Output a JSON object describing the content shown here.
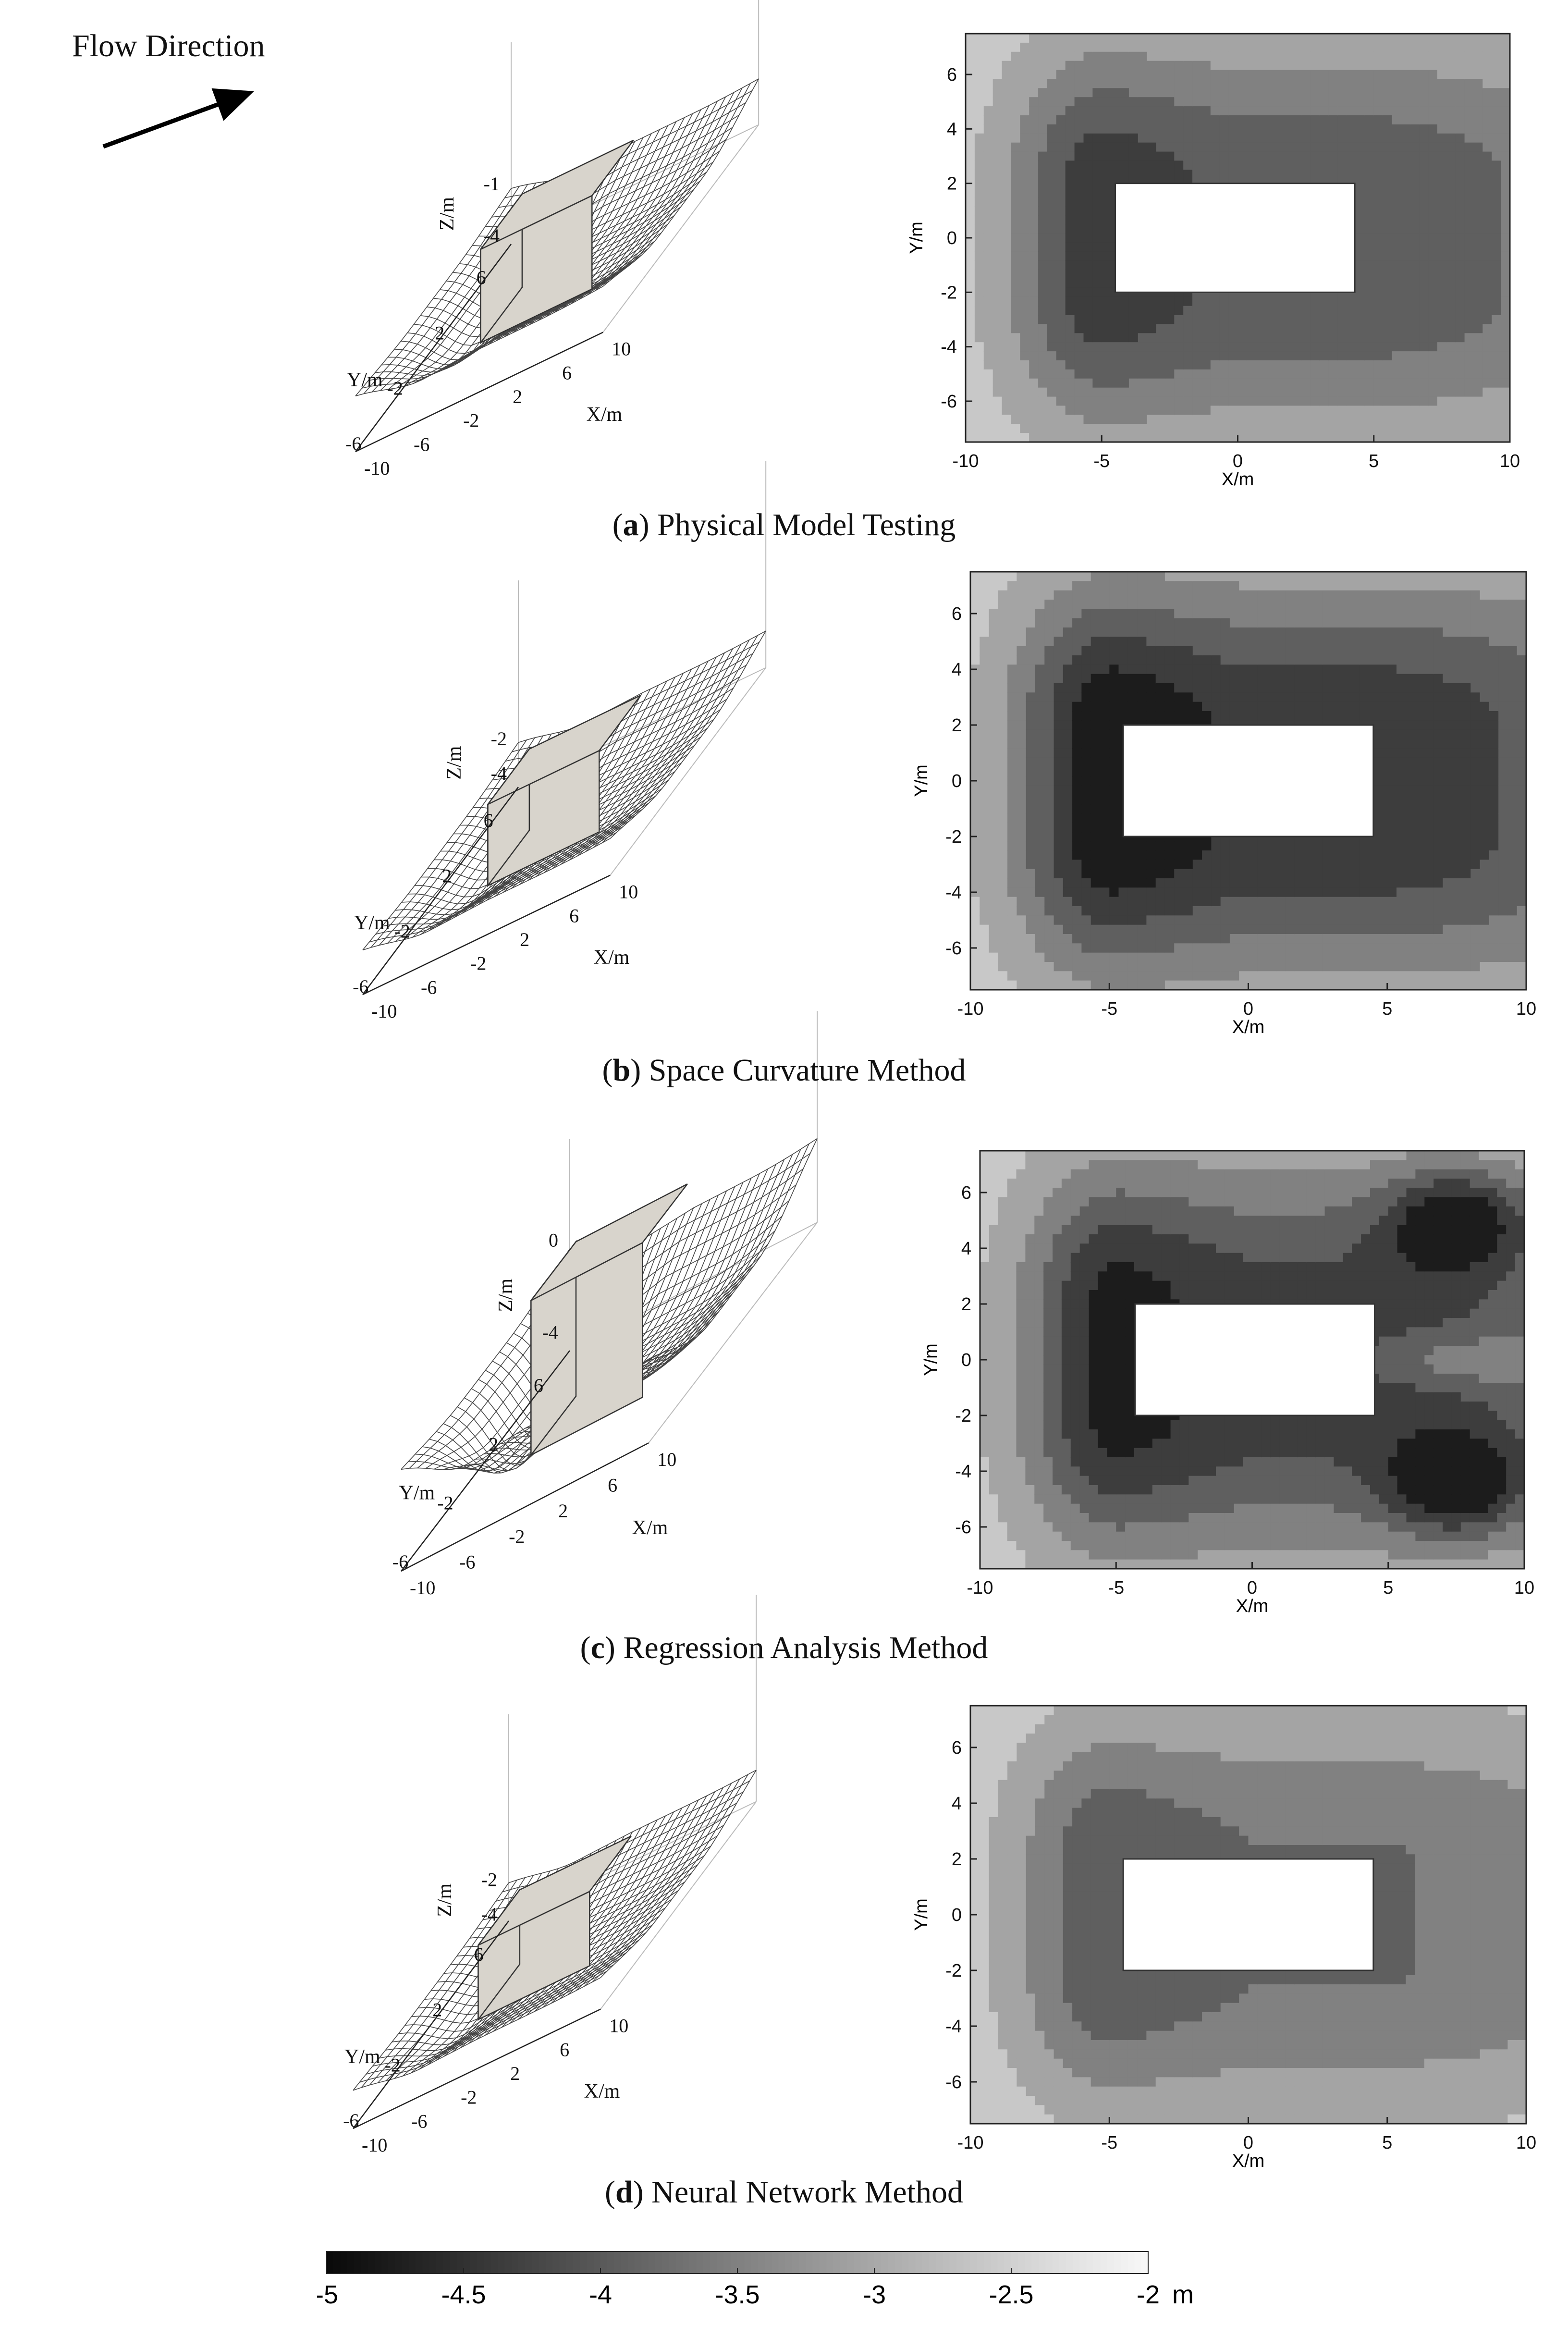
{
  "flow_direction_label": "Flow Direction",
  "colors": {
    "block_fill": "#d8d4cc",
    "block_edge": "#333333",
    "mesh_line": "#444444",
    "axes": "#222222"
  },
  "chart_data": [
    {
      "type": "surface3d",
      "panel_id": "a",
      "caption_letter": "a",
      "caption_text": "Physical Model Testing",
      "xlabel": "X/m",
      "ylabel": "Y/m",
      "zlabel": "Z/m",
      "x_ticks": [
        "-10",
        "-6",
        "-2",
        "2",
        "6",
        "10"
      ],
      "y_ticks": [
        "6",
        "2",
        "-2",
        "-6"
      ],
      "z_ticks": [
        "-1",
        "-4"
      ],
      "xlim": [
        -10,
        10
      ],
      "ylim": [
        -7.5,
        7.5
      ],
      "zmin": -4.5,
      "zmax": -1
    },
    {
      "type": "contour",
      "panel_id": "a",
      "xlabel": "X/m",
      "ylabel": "Y/m",
      "x_ticks": [
        "-10",
        "-5",
        "0",
        "5",
        "10"
      ],
      "y_ticks": [
        "6",
        "4",
        "2",
        "0",
        "-2",
        "-4",
        "-6"
      ],
      "xlim": [
        -10,
        10
      ],
      "ylim": [
        -7.5,
        7.5
      ],
      "pier": [
        -4.5,
        4.3,
        -2,
        2
      ],
      "zmin": -4.3,
      "field": "standard"
    },
    {
      "type": "surface3d",
      "panel_id": "b",
      "caption_letter": "b",
      "caption_text": "Space Curvature Method",
      "xlabel": "X/m",
      "ylabel": "Y/m",
      "zlabel": "Z/m",
      "x_ticks": [
        "-10",
        "-6",
        "-2",
        "2",
        "6",
        "10"
      ],
      "y_ticks": [
        "6",
        "2",
        "-2",
        "-6"
      ],
      "z_ticks": [
        "-2",
        "-4"
      ],
      "xlim": [
        -10,
        10
      ],
      "ylim": [
        -7.5,
        7.5
      ],
      "zmin": -4.8,
      "zmax": -2
    },
    {
      "type": "contour",
      "panel_id": "b",
      "xlabel": "X/m",
      "ylabel": "Y/m",
      "x_ticks": [
        "-10",
        "-5",
        "0",
        "5",
        "10"
      ],
      "y_ticks": [
        "6",
        "4",
        "2",
        "0",
        "-2",
        "-4",
        "-6"
      ],
      "xlim": [
        -10,
        10
      ],
      "ylim": [
        -7.5,
        7.5
      ],
      "pier": [
        -4.5,
        4.5,
        -2,
        2
      ],
      "zmin": -4.9,
      "field": "standard"
    },
    {
      "type": "surface3d",
      "panel_id": "c",
      "caption_letter": "c",
      "caption_text": "Regression Analysis Method",
      "xlabel": "X/m",
      "ylabel": "Y/m",
      "zlabel": "Z/m",
      "x_ticks": [
        "-10",
        "-6",
        "-2",
        "2",
        "6",
        "10"
      ],
      "y_ticks": [
        "6",
        "2",
        "-2",
        "-6"
      ],
      "z_ticks": [
        "0",
        "-4"
      ],
      "xlim": [
        -10,
        10
      ],
      "ylim": [
        -7.5,
        7.5
      ],
      "zmin": -4.8,
      "zmax": 0
    },
    {
      "type": "contour",
      "panel_id": "c",
      "xlabel": "X/m",
      "ylabel": "Y/m",
      "x_ticks": [
        "-10",
        "-5",
        "0",
        "5",
        "10"
      ],
      "y_ticks": [
        "6",
        "4",
        "2",
        "0",
        "-2",
        "-4",
        "-6"
      ],
      "xlim": [
        -10,
        10
      ],
      "ylim": [
        -7.5,
        7.5
      ],
      "pier": [
        -4.3,
        4.5,
        -2,
        2
      ],
      "zmin": -4.7,
      "field": "regression"
    },
    {
      "type": "surface3d",
      "panel_id": "d",
      "caption_letter": "d",
      "caption_text": "Neural Network Method",
      "xlabel": "X/m",
      "ylabel": "Y/m",
      "zlabel": "Z/m",
      "x_ticks": [
        "-10",
        "-6",
        "-2",
        "2",
        "6",
        "10"
      ],
      "y_ticks": [
        "6",
        "2",
        "-2",
        "-6"
      ],
      "z_ticks": [
        "-2",
        "-4"
      ],
      "xlim": [
        -10,
        10
      ],
      "ylim": [
        -7.5,
        7.5
      ],
      "zmin": -4.4,
      "zmax": -2
    },
    {
      "type": "contour",
      "panel_id": "d",
      "xlabel": "X/m",
      "ylabel": "Y/m",
      "x_ticks": [
        "-10",
        "-5",
        "0",
        "5",
        "10"
      ],
      "y_ticks": [
        "6",
        "4",
        "2",
        "0",
        "-2",
        "-4",
        "-6"
      ],
      "xlim": [
        -10,
        10
      ],
      "ylim": [
        -7.5,
        7.5
      ],
      "pier": [
        -4.5,
        4.5,
        -2,
        2
      ],
      "zmin": -3.9,
      "field": "standard"
    },
    {
      "type": "colorbar",
      "ticks": [
        "-5",
        "-4.5",
        "-4",
        "-3.5",
        "-3",
        "-2.5",
        "-2"
      ],
      "unit": "m",
      "range": [
        -5,
        -2
      ],
      "levels": [
        -5,
        -4.5,
        -4,
        -3.5,
        -3,
        -2.5,
        -2
      ],
      "level_colors": [
        "#1c1c1c",
        "#3d3d3d",
        "#5f5f5f",
        "#818181",
        "#a4a4a4",
        "#c8c8c8",
        "#ededed"
      ]
    }
  ]
}
